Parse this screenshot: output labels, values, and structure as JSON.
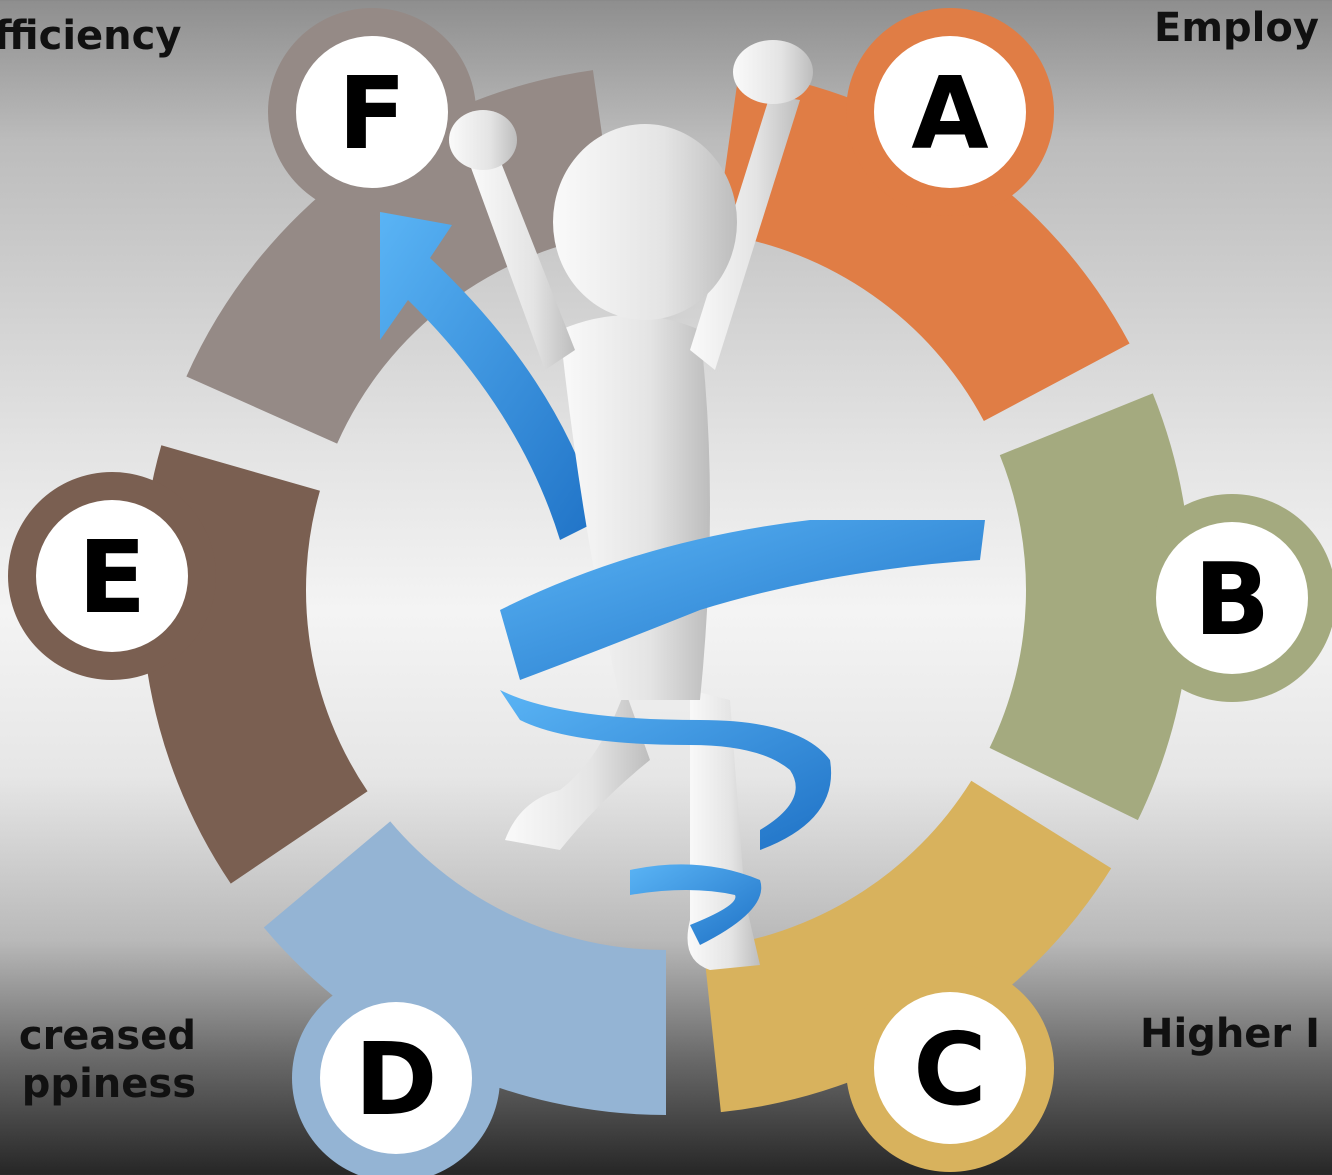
{
  "segments": [
    {
      "letter": "A",
      "color": "#e07d45"
    },
    {
      "letter": "B",
      "color": "#a4aa7f"
    },
    {
      "letter": "C",
      "color": "#d8b25d"
    },
    {
      "letter": "D",
      "color": "#94b4d4"
    },
    {
      "letter": "E",
      "color": "#7a5f51"
    },
    {
      "letter": "F",
      "color": "#958a86"
    }
  ],
  "labels": {
    "f_text": "fficiency",
    "a_text": "Employ",
    "c_text": "Higher I",
    "d_line1": "creased",
    "d_line2": "ppiness"
  },
  "colors": {
    "arrow": "#2f8fe0",
    "figure": "#e8e8e8",
    "badge_fill": "#ffffff",
    "letter": "#000000"
  },
  "icons": [
    "celebrating-figure-icon",
    "spiral-arrow-icon"
  ]
}
